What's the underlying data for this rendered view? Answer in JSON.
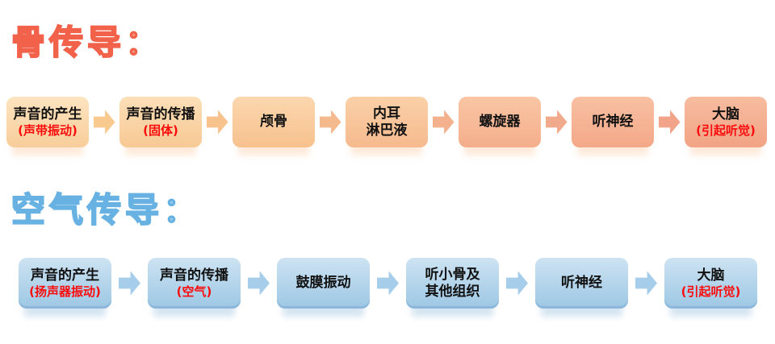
{
  "styles": {
    "background": "#ffffff",
    "text_color": "#111111",
    "em_color": "#fa0c0c"
  },
  "sections": [
    {
      "id": "bone-conduction",
      "title": "骨传导：",
      "title_fill": "#f79c88",
      "title_stroke": "#f2614a",
      "steps": [
        {
          "lines": [
            {
              "text": "声音的产生",
              "style": "main"
            },
            {
              "text": "(声带振动)",
              "style": "em"
            }
          ]
        },
        {
          "lines": [
            {
              "text": "声音的传播",
              "style": "main"
            },
            {
              "text": "(固体)",
              "style": "em"
            }
          ]
        },
        {
          "lines": [
            {
              "text": "颅骨",
              "style": "main"
            }
          ]
        },
        {
          "lines": [
            {
              "text": "内耳",
              "style": "main"
            },
            {
              "text": "淋巴液",
              "style": "main"
            }
          ]
        },
        {
          "lines": [
            {
              "text": "螺旋器",
              "style": "main"
            }
          ]
        },
        {
          "lines": [
            {
              "text": "听神经",
              "style": "main"
            }
          ]
        },
        {
          "lines": [
            {
              "text": "大脑",
              "style": "main"
            },
            {
              "text": "(引起听觉)",
              "style": "em"
            }
          ]
        }
      ],
      "box_fills": [
        [
          "#fde4c0",
          "#f8cd9a"
        ],
        [
          "#fcdfb8",
          "#f8c994"
        ],
        [
          "#fbd7ae",
          "#f7c18e"
        ],
        [
          "#fad0a8",
          "#f6ba8e"
        ],
        [
          "#f9c6a4",
          "#f4ae8c"
        ],
        [
          "#f8c0a2",
          "#f3a888"
        ],
        [
          "#f7bc9f",
          "#f2a385"
        ]
      ],
      "arrow_colors": [
        "#f8ca90",
        "#f7c28c",
        "#f5b98e",
        "#f4b18d",
        "#f2aa8c",
        "#f1a489"
      ]
    },
    {
      "id": "air-conduction",
      "title": "空气传导：",
      "title_fill": "#9ccdee",
      "title_stroke": "#67b2e2",
      "steps": [
        {
          "lines": [
            {
              "text": "声音的产生",
              "style": "main"
            },
            {
              "text": "(扬声器振动)",
              "style": "em"
            }
          ]
        },
        {
          "lines": [
            {
              "text": "声音的传播",
              "style": "main"
            },
            {
              "text": "(空气)",
              "style": "em"
            }
          ]
        },
        {
          "lines": [
            {
              "text": "鼓膜振动",
              "style": "main"
            }
          ]
        },
        {
          "lines": [
            {
              "text": "听小骨及",
              "style": "main"
            },
            {
              "text": "其他组织",
              "style": "main"
            }
          ]
        },
        {
          "lines": [
            {
              "text": "听神经",
              "style": "main"
            }
          ]
        },
        {
          "lines": [
            {
              "text": "大脑",
              "style": "main"
            },
            {
              "text": "(引起听觉)",
              "style": "em"
            }
          ]
        }
      ],
      "box_fills": [
        [
          "#cde3f2",
          "#9dc7e4"
        ],
        [
          "#cde3f2",
          "#9dc7e4"
        ],
        [
          "#cde3f2",
          "#9dc7e4"
        ],
        [
          "#cde3f2",
          "#9dc7e4"
        ],
        [
          "#cde3f2",
          "#9dc7e4"
        ],
        [
          "#cde3f2",
          "#9dc7e4"
        ]
      ],
      "arrow_colors": [
        "#a6cde9",
        "#a6cde9",
        "#a6cde9",
        "#a6cde9",
        "#a6cde9"
      ]
    }
  ]
}
